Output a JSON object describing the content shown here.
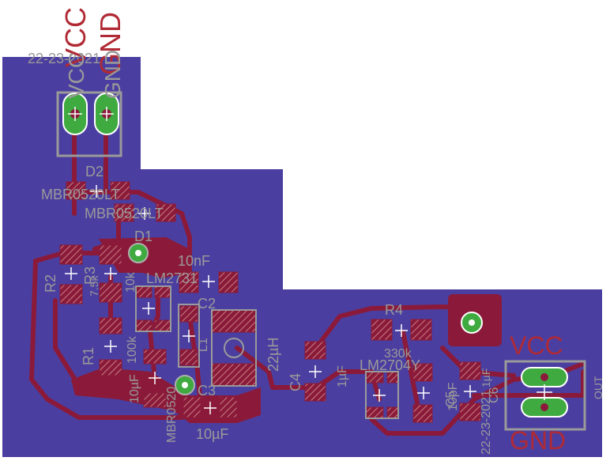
{
  "board": {
    "colors": {
      "background": "#ffffff",
      "copper_pour": "#4a3fa0",
      "trace": "#8b1a3a",
      "pad": "#8b1a3a",
      "pad_hatch": "#b07070",
      "via": "#3faa3f",
      "silkscreen": "#9a9a9a",
      "connector_label": "#b02a35"
    },
    "dates": {
      "top_left": "22-23-2021",
      "right": "22-23-2021"
    },
    "input_connector": {
      "vcc": "VCC",
      "gnd": "GND"
    },
    "output_connector": {
      "vcc": "VCC",
      "gnd": "GND",
      "name": "OUT"
    },
    "components": {
      "d2": "D2",
      "d2_part": "MBR0520LT",
      "d1_part": "MBR0520LT",
      "d1": "D1",
      "cap_10nf": "10nF",
      "r2": "R2",
      "r3": "R3",
      "r_7k": "7.5k",
      "r_10k": "10k",
      "lm": "LM2731",
      "c2": "C2",
      "r1": "R1",
      "r_100k": "100k",
      "r_10uf": "10µF",
      "d3": "MBR0520",
      "l1": "L1",
      "l_value": "22µH",
      "c3": "C3",
      "c3_value": "10µF",
      "c4": "C4",
      "c4_value": "1µF",
      "r4": "R4",
      "r4_value": "330k",
      "u2": "LM2704Y",
      "c5": "C5",
      "c5_value": "10pF",
      "c6": "C6",
      "c6_value": "1µF"
    }
  }
}
